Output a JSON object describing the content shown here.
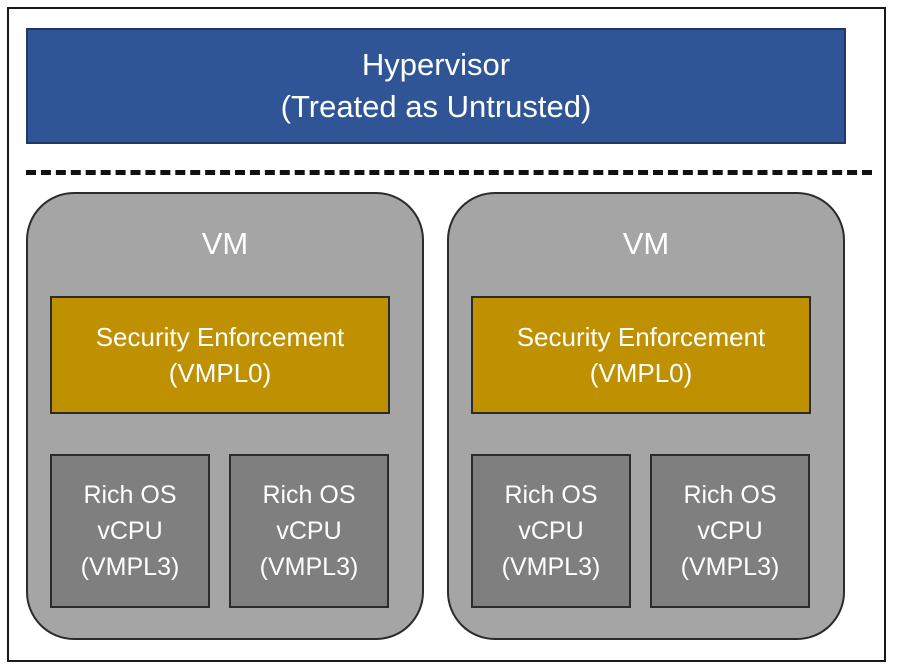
{
  "hypervisor": {
    "title": "Hypervisor",
    "subtitle": "(Treated as Untrusted)",
    "color": "#2f5597"
  },
  "vms": [
    {
      "title": "VM",
      "security": {
        "title": "Security Enforcement",
        "level": "(VMPL0)"
      },
      "cpus": [
        {
          "line1": "Rich OS",
          "line2": "vCPU",
          "level": "(VMPL3)"
        },
        {
          "line1": "Rich OS",
          "line2": "vCPU",
          "level": "(VMPL3)"
        }
      ]
    },
    {
      "title": "VM",
      "security": {
        "title": "Security Enforcement",
        "level": "(VMPL0)"
      },
      "cpus": [
        {
          "line1": "Rich OS",
          "line2": "vCPU",
          "level": "(VMPL3)"
        },
        {
          "line1": "Rich OS",
          "line2": "vCPU",
          "level": "(VMPL3)"
        }
      ]
    }
  ],
  "colors": {
    "vm_fill": "#a5a5a5",
    "security_fill": "#bf9000",
    "cpu_fill": "#7f7f7f"
  }
}
